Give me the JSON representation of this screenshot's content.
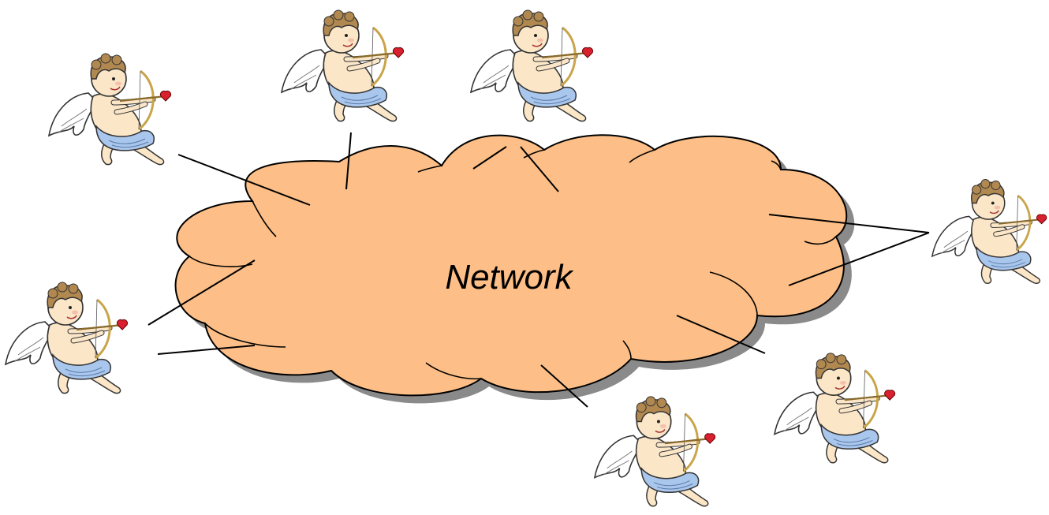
{
  "diagram": {
    "network_label": "Network"
  },
  "colors": {
    "cloud_fill": "#FDBF87",
    "cloud_shadow": "#8A8A8A",
    "cloud_outline": "#000000",
    "connection_line": "#000000",
    "cupid_wing": "#FFFFFF",
    "cupid_skin": "#FBE6C8",
    "cupid_hair": "#B08850",
    "cupid_cloth": "#A9C6EC",
    "cupid_bow": "#C9A44A",
    "cupid_heart": "#D8202E"
  },
  "nodes": [
    {
      "name": "cupid-top-left",
      "icon": "cupid-icon"
    },
    {
      "name": "cupid-top-center",
      "icon": "cupid-icon"
    },
    {
      "name": "cupid-top-right",
      "icon": "cupid-icon"
    },
    {
      "name": "cupid-left",
      "icon": "cupid-icon"
    },
    {
      "name": "cupid-right",
      "icon": "cupid-icon"
    },
    {
      "name": "cupid-bottom-center",
      "icon": "cupid-icon"
    },
    {
      "name": "cupid-bottom-right",
      "icon": "cupid-icon"
    }
  ]
}
